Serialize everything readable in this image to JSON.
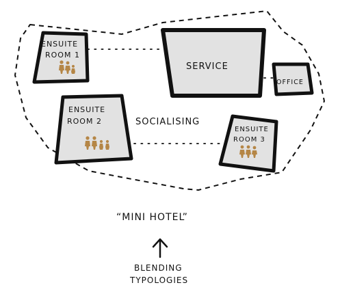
{
  "rooms": {
    "ensuite_room_1": {
      "line1": "ENSUITE",
      "line2": "ROOM 1"
    },
    "ensuite_room_2": {
      "line1": "ENSUITE",
      "line2": "ROOM 2"
    },
    "ensuite_room_3": {
      "line1": "ENSUITE",
      "line2": "ROOM 3"
    },
    "service": {
      "label": "SERVICE"
    },
    "office": {
      "label": "OFFICE"
    }
  },
  "zones": {
    "socialising": "SOCIALISING"
  },
  "caption": {
    "title": "“MINI HOTEL”",
    "subtitle_line1": "BLENDING",
    "subtitle_line2": "TYPOLOGIES"
  },
  "colors": {
    "ink": "#111111",
    "room_fill": "#e2e2e2",
    "figures": "#b58646"
  },
  "icons": {
    "people": "family-figures-icon",
    "arrow": "arrow-up-icon"
  }
}
